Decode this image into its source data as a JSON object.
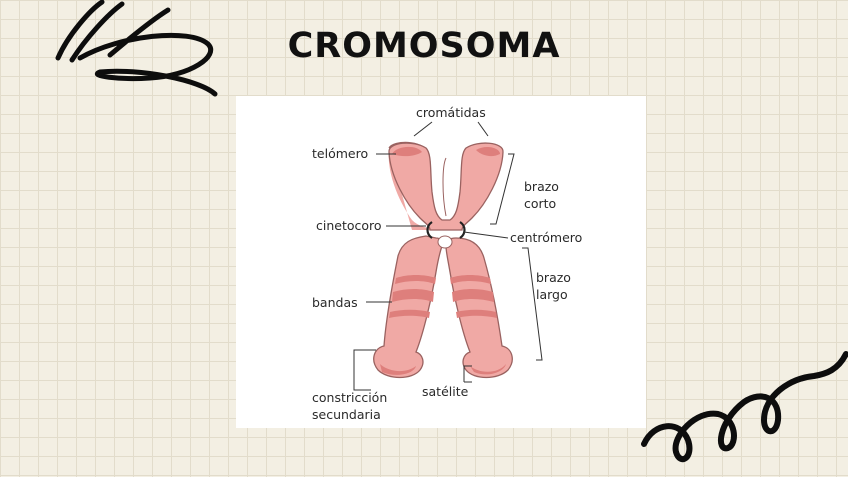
{
  "title": "CROMOSOMA",
  "diagram": {
    "labels": {
      "cromatidas": "cromátidas",
      "telomero": "telómero",
      "brazo_corto_1": "brazo",
      "brazo_corto_2": "corto",
      "cinetocoro": "cinetocoro",
      "centromero": "centrómero",
      "brazo_largo_1": "brazo",
      "brazo_largo_2": "largo",
      "bandas": "bandas",
      "constriccion_1": "constricción",
      "constriccion_2": "secundaria",
      "satelite": "satélite"
    }
  },
  "colors": {
    "chromosome": "#f0a9a5",
    "chromosome_dark": "#de7f7c",
    "outline": "#9a6260",
    "ink": "#111111"
  }
}
